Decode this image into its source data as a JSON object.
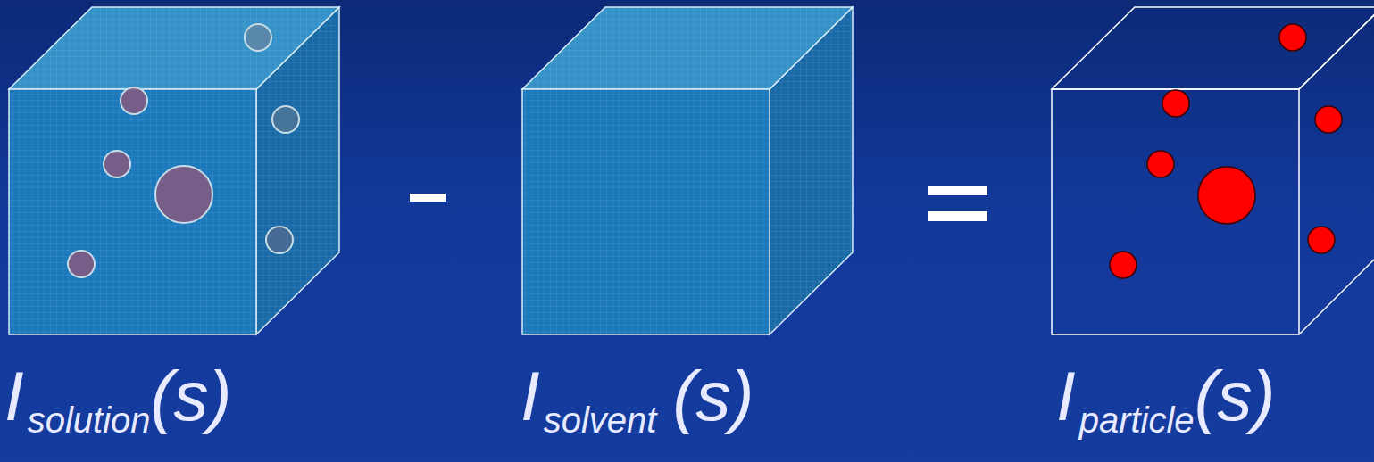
{
  "diagram": {
    "labels": [
      "I",
      "solution",
      "(s)",
      "I",
      "solvent",
      "(s)",
      "I",
      "particle",
      "(s)"
    ]
  }
}
